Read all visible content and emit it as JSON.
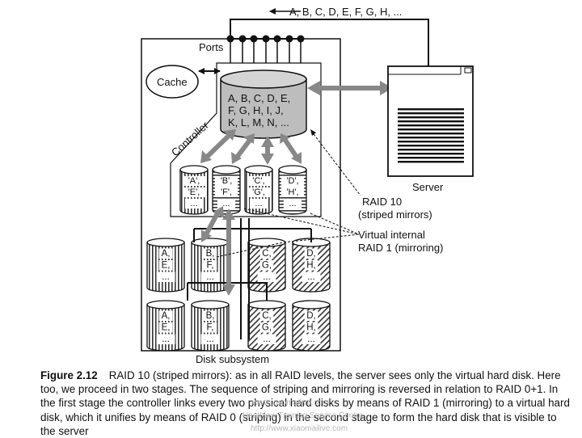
{
  "diagram": {
    "server_data": "A, B, C, D, E, F, G, H, ...",
    "ports": "Ports",
    "cache": "Cache",
    "controller": "Controller",
    "virtual_disk": [
      "A, B, C, D, E,",
      "F, G, H, I, J,",
      "K, L, M, N, ..."
    ],
    "virtual_internal_disks": [
      [
        "'A',",
        "'E',",
        "..."
      ],
      [
        "'B',",
        "'F',",
        "..."
      ],
      [
        "'C',",
        "'G',",
        "..."
      ],
      [
        "'D',",
        "'H',",
        "..."
      ]
    ],
    "physical_top": [
      [
        "A,",
        "E,",
        "..."
      ],
      [
        "B,",
        "F,",
        "..."
      ],
      [
        "C,",
        "G,",
        "..."
      ],
      [
        "D,",
        "H,",
        "..."
      ]
    ],
    "physical_bottom": [
      [
        "A,",
        "E,",
        "..."
      ],
      [
        "B,",
        "F,",
        "..."
      ],
      [
        "C,",
        "G,",
        "..."
      ],
      [
        "D,",
        "H,",
        "..."
      ]
    ],
    "server": "Server",
    "disk_subsystem": "Disk subsystem",
    "raid10_label": [
      "RAID 10",
      "(striped mirrors)"
    ],
    "virtual_label": [
      "Virtual internal",
      "RAID 1 (mirroring)"
    ]
  },
  "caption": {
    "figure": "Figure 2.12",
    "text": "RAID 10 (striped mirrors): as in all RAID levels, the server sees only the virtual hard disk. Here too, we proceed in two stages. The sequence of striping and mirroring is reversed in relation to RAID 0+1. In the first stage the controller links every two physical hard disks by means of RAID 1 (mirroring) to a virtual hard disk, which it unifies by means of RAID 0 (striping) in the second stage to form the hard disk that is visible to the server"
  },
  "watermark": [
    "www.xiaomailive.com",
    "Heathlaw Training Service Centre",
    "http://www.xiaomailive.com"
  ]
}
